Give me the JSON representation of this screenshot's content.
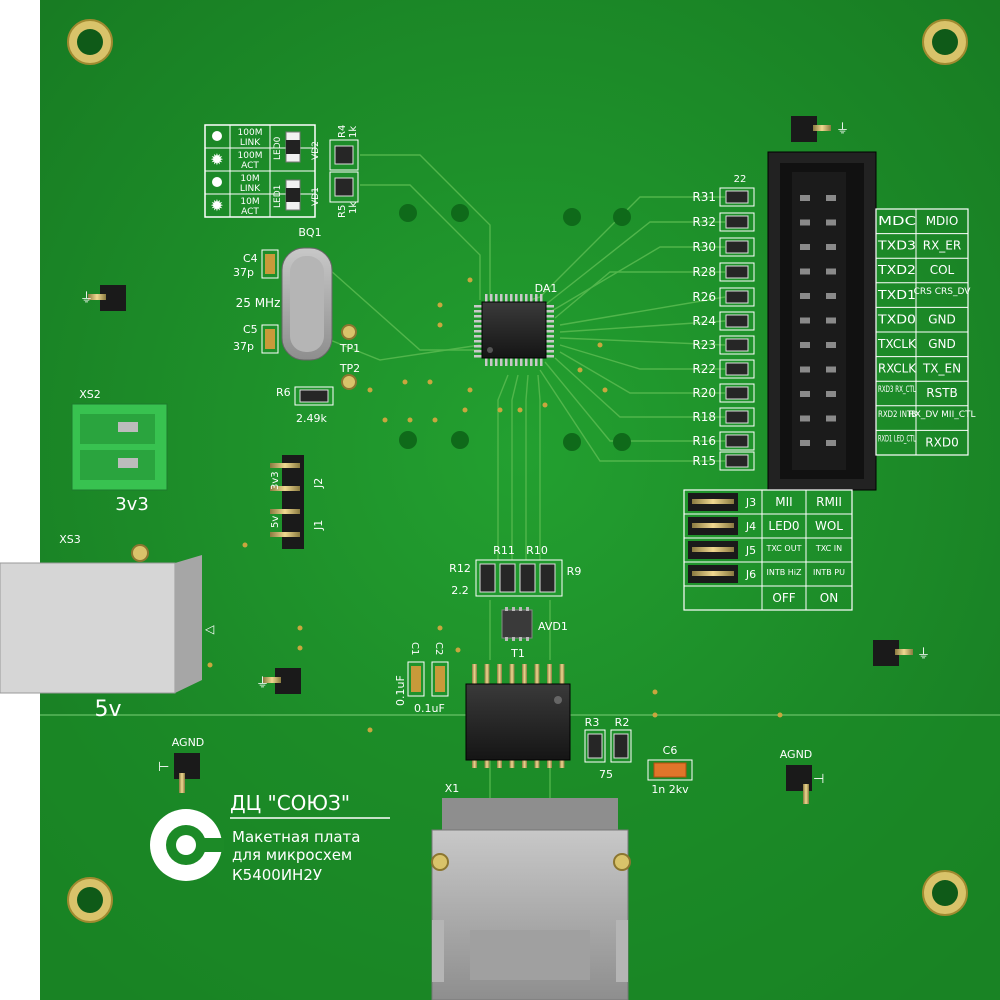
{
  "colors": {
    "board": "#1f8f2a",
    "board_dark": "#166f20",
    "copper_trace": "#4fb04a",
    "silk": "#ffffff",
    "pad_gold": "#d8b04a",
    "ic_body": "#2a2a2a",
    "terminal_green": "#2fbf4a",
    "connector_grey": "#9c9c9c"
  },
  "crystal": {
    "ref": "BQ1",
    "freq": "25 MHz"
  },
  "caps": {
    "c4": {
      "ref": "C4",
      "val": "37p"
    },
    "c5": {
      "ref": "C5",
      "val": "37p"
    },
    "c1": {
      "ref": "C1",
      "val": "0.1uF"
    },
    "c2": {
      "ref": "C2",
      "val": "0.1uF"
    },
    "c6": {
      "ref": "C6",
      "val": "1n 2kv"
    }
  },
  "testpoints": {
    "tp1": "TP1",
    "tp2": "TP2"
  },
  "res_r6": {
    "ref": "R6",
    "val": "2.49k"
  },
  "res_r4": {
    "ref": "R4",
    "val": "1k"
  },
  "res_r5": {
    "ref": "R5",
    "val": "1k"
  },
  "leds": {
    "vd2": "VD2",
    "vd1": "VD1",
    "led0": "LED0",
    "led1": "LED1"
  },
  "led_legend": [
    {
      "l1": "100M",
      "l2": "LINK"
    },
    {
      "l1": "100M",
      "l2": "ACT"
    },
    {
      "l1": "10M",
      "l2": "LINK"
    },
    {
      "l1": "10M",
      "l2": "ACT"
    }
  ],
  "chip": {
    "ref": "DA1"
  },
  "header": {
    "pin_label": "22"
  },
  "rcol": [
    "R31",
    "R32",
    "R30",
    "R28",
    "R26",
    "R24",
    "R23",
    "R22",
    "R20",
    "R18",
    "R16",
    "R15"
  ],
  "sig_table": [
    {
      "l": "MDC",
      "r": "MDIO"
    },
    {
      "l": "TXD3",
      "r": "RX_ER"
    },
    {
      "l": "TXD2",
      "r": "COL"
    },
    {
      "l": "TXD1",
      "r": "CRS CRS_DV"
    },
    {
      "l": "TXD0",
      "r": "GND"
    },
    {
      "l": "TXCLK",
      "r": "GND"
    },
    {
      "l": "RXCLK",
      "r": "TX_EN"
    },
    {
      "l": "RXD3 RX_CTL",
      "r": "RSTB"
    },
    {
      "l": "RXD2 INTB",
      "r": "RX_DV MII_CTL"
    },
    {
      "l": "RXD1 LED_CTL",
      "r": "RXD0"
    }
  ],
  "jumper_table": [
    {
      "j": "J3",
      "a": "MII",
      "b": "RMII"
    },
    {
      "j": "J4",
      "a": "LED0",
      "b": "WOL"
    },
    {
      "j": "J5",
      "a": "TXC OUT",
      "b": "TXC IN"
    },
    {
      "j": "J6",
      "a": "INTB HiZ",
      "b": "INTB PU"
    }
  ],
  "jumper_footer": {
    "a": "OFF",
    "b": "ON"
  },
  "xs2": {
    "ref": "XS2",
    "voltage": "3v3"
  },
  "xs3": {
    "ref": "XS3",
    "voltage": "5v"
  },
  "j1j2": {
    "j1": "J1",
    "j2": "J2",
    "v3": "3v3",
    "v5": "5v"
  },
  "mid_res": {
    "r12": "R12",
    "r11": "R11",
    "r10": "R10",
    "r9": "R9",
    "val": "2.2"
  },
  "avd1": "AVD1",
  "t1": "T1",
  "r3r2": {
    "r3": "R3",
    "r2": "R2",
    "val": "75"
  },
  "agnd": {
    "left": "AGND",
    "right": "AGND"
  },
  "x1": "X1",
  "brand": {
    "org": "ДЦ \"СОЮЗ\"",
    "line1": "Макетная плата",
    "line2": "для микросхем",
    "line3": "К5400ИН2У"
  }
}
